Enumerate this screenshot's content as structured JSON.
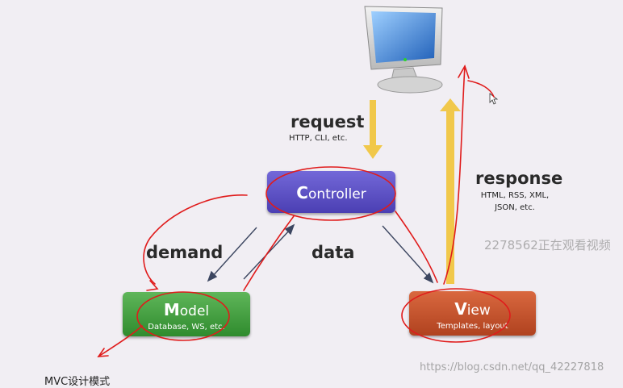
{
  "controller": {
    "initial": "C",
    "rest": "ontroller"
  },
  "model": {
    "initial": "M",
    "rest": "odel",
    "subtitle": "Database, WS, etc."
  },
  "view": {
    "initial": "V",
    "rest": "iew",
    "subtitle": "Templates, layout"
  },
  "labels": {
    "request": "request",
    "request_sub": "HTTP, CLI, etc.",
    "response": "response",
    "response_sub_line1": "HTML, RSS, XML,",
    "response_sub_line2": "JSON, etc.",
    "demand": "demand",
    "data": "data"
  },
  "overlays": {
    "viewer_notice": "2278562正在观看视频",
    "footer_url": "https://blog.csdn.net/qq_42227818",
    "caption": "MVC设计模式"
  },
  "colors": {
    "controller": "#5a4fc4",
    "model": "#46a142",
    "view": "#c9552e",
    "arrow_yellow": "#f1c84a",
    "annotation_red": "#e01b1b"
  },
  "icons": {
    "monitor": "monitor-icon",
    "cursor": "mouse-cursor-icon"
  }
}
